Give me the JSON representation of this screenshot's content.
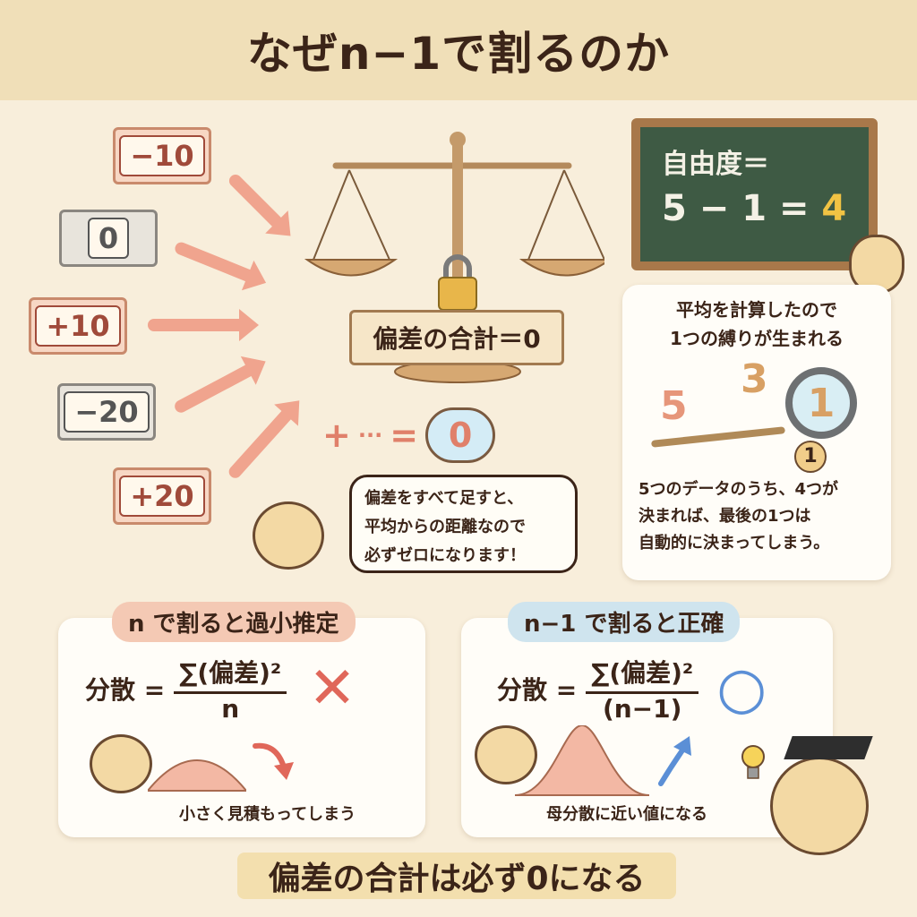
{
  "title": "なぜn−1で割るのか",
  "deviations": [
    "−10",
    "0",
    "+10",
    "−20",
    "+20"
  ],
  "scale_banner": "偏差の合計＝0",
  "sum_equation": {
    "plus": "+",
    "dots": "···",
    "equals": "=",
    "result": "0"
  },
  "speech_bubble": [
    "偏差をすべて足すと、",
    "平均からの距離なので",
    "必ずゼロになります！"
  ],
  "chalkboard": {
    "line1": "自由度＝",
    "line2_prefix": "5 − 1 = ",
    "line2_result": "4"
  },
  "constraint_card": {
    "heading": [
      "平均を計算したので",
      "1つの縛りが生まれる"
    ],
    "numbers": [
      "5",
      "3",
      "1",
      "1"
    ],
    "body": [
      "5つのデータのうち、4つが",
      "決まれば、最後の1つは",
      "自動的に決まってしまう。"
    ]
  },
  "left_panel": {
    "tag": "n で割ると過小推定",
    "lhs": "分散 =",
    "numerator": "∑(偏差)²",
    "denominator": "n",
    "mark": "✕",
    "caption": "小さく見積もってしまう"
  },
  "right_panel": {
    "tag": "n−1 で割ると正確",
    "lhs": "分散 =",
    "numerator": "∑(偏差)²",
    "denominator": "(n−1)",
    "mark": "○",
    "caption": "母分散に近い値になる"
  },
  "footer": "偏差の合計は必ず0になる",
  "colors": {
    "background": "#f8eedb",
    "title_band": "#f0dfb8",
    "accent_red": "#e0675a",
    "accent_blue": "#5b8fd6",
    "chalkboard": "#3e5a44"
  }
}
